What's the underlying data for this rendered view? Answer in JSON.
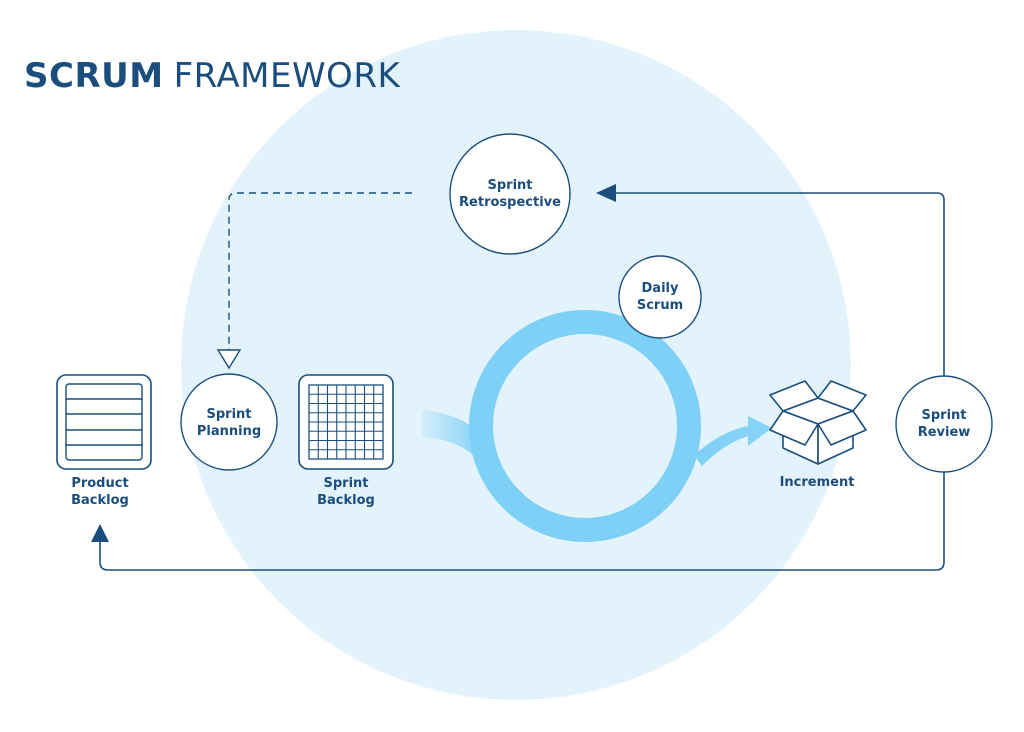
{
  "title": {
    "bold": "SCRUM",
    "light": "FRAMEWORK"
  },
  "nodes": {
    "product_backlog": "Product\nBacklog",
    "sprint_planning": "Sprint\nPlanning",
    "sprint_backlog": "Sprint\nBacklog",
    "sprint_retrospective": "Sprint\nRetrospective",
    "daily_scrum": "Daily\nScrum",
    "increment": "Increment",
    "sprint_review": "Sprint\nReview"
  },
  "colors": {
    "primary": "#1b4e7d",
    "background_circle": "#e3f3fb",
    "sprint_cycle": "#7fd0f7"
  }
}
